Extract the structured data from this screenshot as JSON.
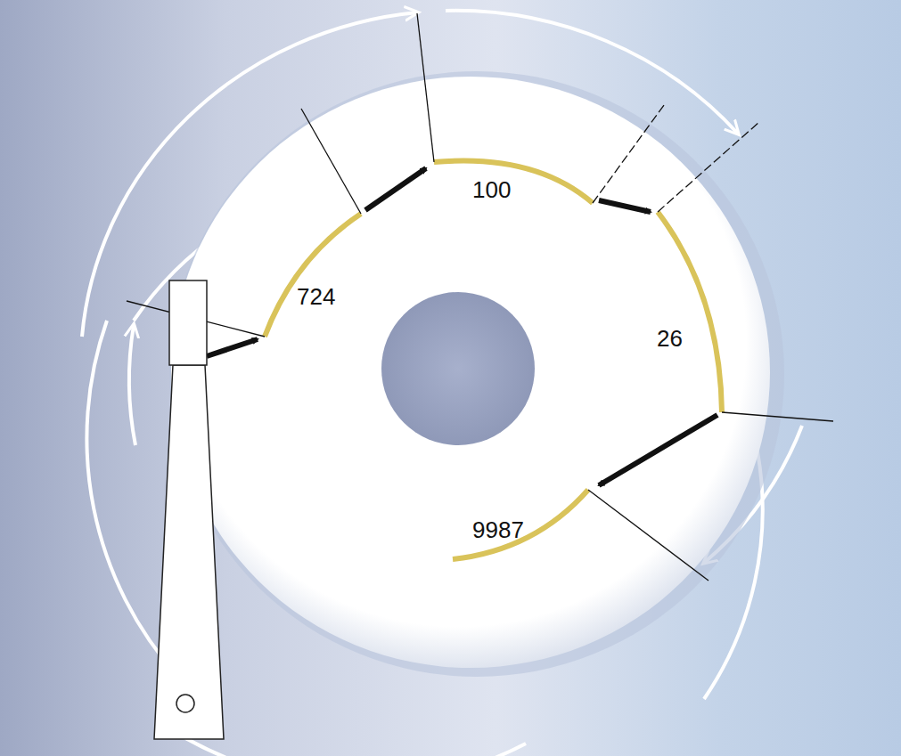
{
  "diagram": {
    "labels": [
      "724",
      "100",
      "26",
      "9987"
    ]
  }
}
